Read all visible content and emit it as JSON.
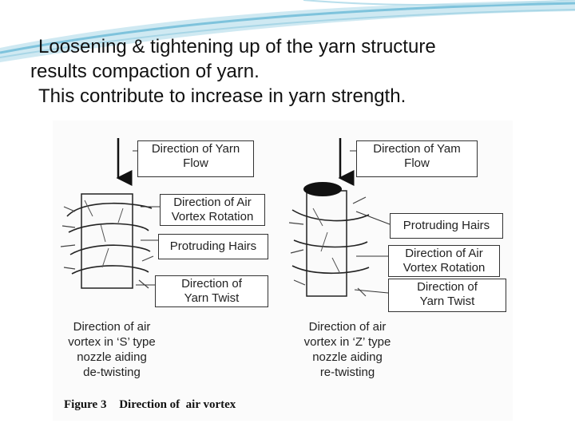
{
  "slide": {
    "text_lines": [
      "Loosening & tightening up of the yarn structure",
      "results compaction of yarn.",
      "This contribute to increase in yarn strength."
    ]
  },
  "figure": {
    "left": {
      "flow_label": [
        "Direction of Yarn",
        "Flow"
      ],
      "vortex_label": [
        "Direction of Air",
        "Vortex Rotation"
      ],
      "hairs_label": "Protruding Hairs",
      "twist_label": [
        "Direction of",
        "Yarn Twist"
      ],
      "caption": [
        "Direction of air",
        "vortex in ‘S’ type",
        "nozzle aiding",
        "de-twisting"
      ]
    },
    "right": {
      "flow_label": [
        "Direction of Yam",
        "Flow"
      ],
      "hairs_label": "Protruding Hairs",
      "vortex_label": [
        "Direction of Air",
        "Vortex Rotation"
      ],
      "twist_label": [
        "Direction of",
        "Yarn Twist"
      ],
      "caption": [
        "Direction of air",
        "vortex in ‘Z’ type",
        "nozzle aiding",
        "re-twisting"
      ]
    },
    "figure_caption": {
      "number": "Figure 3",
      "title": "Direction of  air vortex"
    }
  },
  "colors": {
    "swoosh": "#7ec3dc",
    "swoosh_light": "#cfe9f2"
  }
}
